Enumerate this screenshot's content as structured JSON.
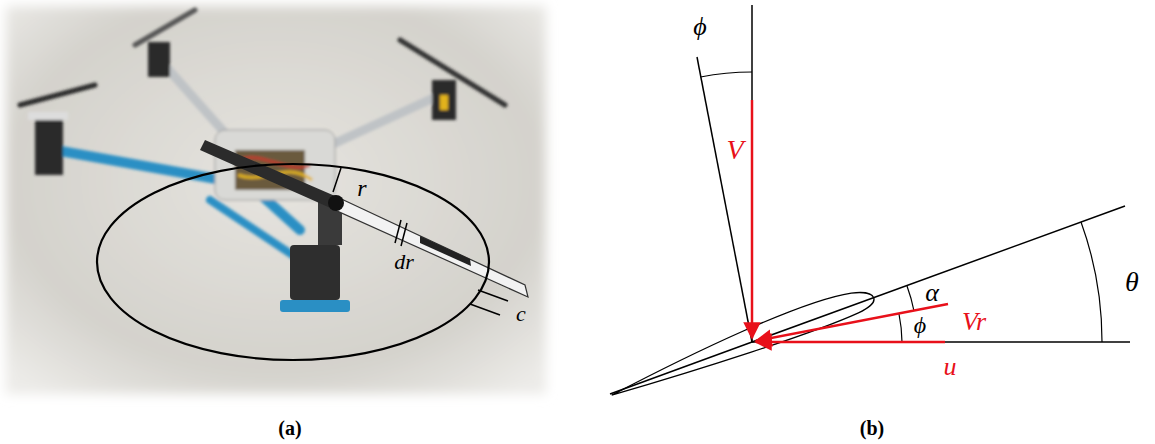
{
  "diagram": {
    "labels": [
      "r",
      "dr",
      "c",
      "(a)",
      "ϕ",
      "V",
      "α",
      "θ",
      "Vr",
      "ϕ",
      "u",
      "(b)"
    ]
  }
}
